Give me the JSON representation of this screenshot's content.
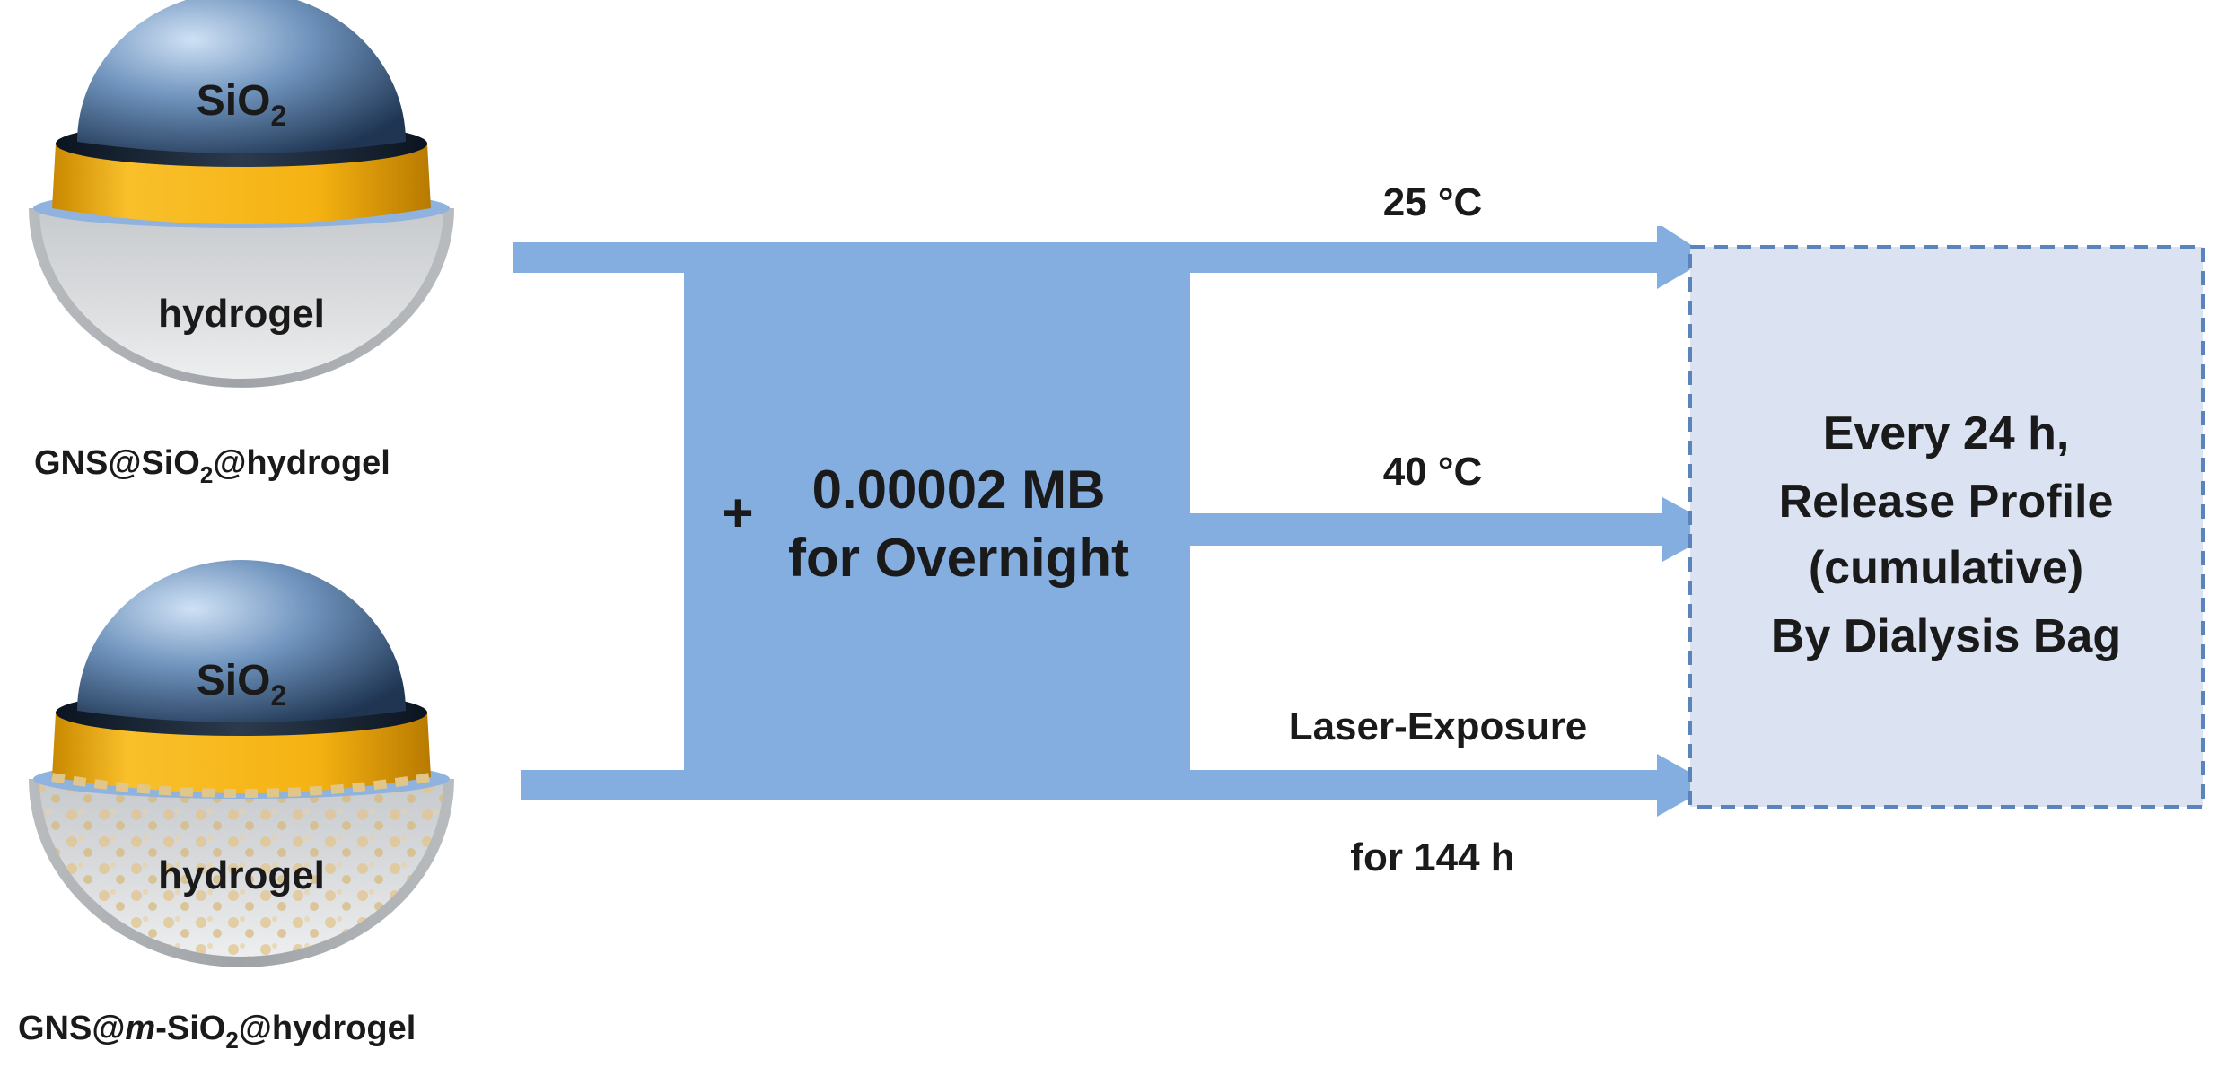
{
  "particles": [
    {
      "core_label": "SiO",
      "core_sub": "2",
      "shell_label": "hydrogel",
      "caption": {
        "pre": "GNS@SiO",
        "sub": "2",
        "post": "@hydrogel",
        "italic": ""
      }
    },
    {
      "core_label": "SiO",
      "core_sub": "2",
      "shell_label": "hydrogel",
      "caption": {
        "pre": "GNS@",
        "italic": "m",
        "mid": "-SiO",
        "sub": "2",
        "post": "@hydrogel"
      }
    }
  ],
  "process": {
    "plus": "+",
    "line1": "0.00002 MB",
    "line2": "for Overnight"
  },
  "conditions": [
    {
      "label": "25 °C"
    },
    {
      "label": "40 °C"
    },
    {
      "label": "Laser-Exposure",
      "below": "for 144 h"
    }
  ],
  "result_box": {
    "lines": [
      "Every 24 h,",
      "Release Profile",
      "(cumulative)",
      "By Dialysis Bag"
    ]
  },
  "colors": {
    "arrow_blue": "#84aee0",
    "box_fill": "#dbe3f3",
    "box_border": "#5b84bc",
    "gold": "#f5b212",
    "silica_blue": "#6f93bd",
    "hydrogel_gray": "#d4d6d8"
  }
}
